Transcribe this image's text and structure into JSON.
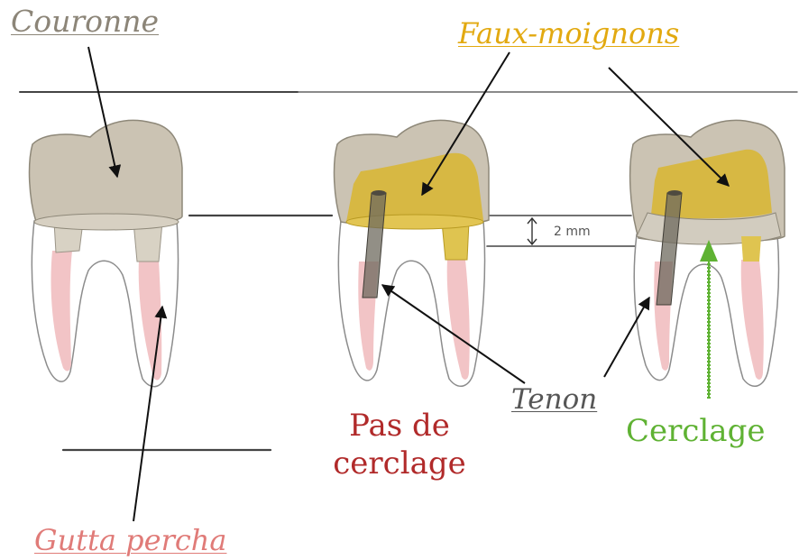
{
  "labels": {
    "couronne": "Couronne",
    "faux_moignons": "Faux-moignons",
    "tenon": "Tenon",
    "gutta_percha": "Gutta percha",
    "pas_de_cerclage": "Pas de cerclage",
    "cerclage": "Cerclage",
    "dimension": "2 mm"
  },
  "colors": {
    "crown": "#cbc3b3",
    "core": "#d9b62f",
    "gutta": "#f2c4c6",
    "post": "#6e6a5e",
    "label_couronne": "#8c8578",
    "label_faux_moignons": "#e2a910",
    "label_tenon": "#565656",
    "label_gutta_percha": "#e07b78",
    "label_pas_de_cerclage": "#b12a2a",
    "label_cerclage": "#5fb233"
  }
}
